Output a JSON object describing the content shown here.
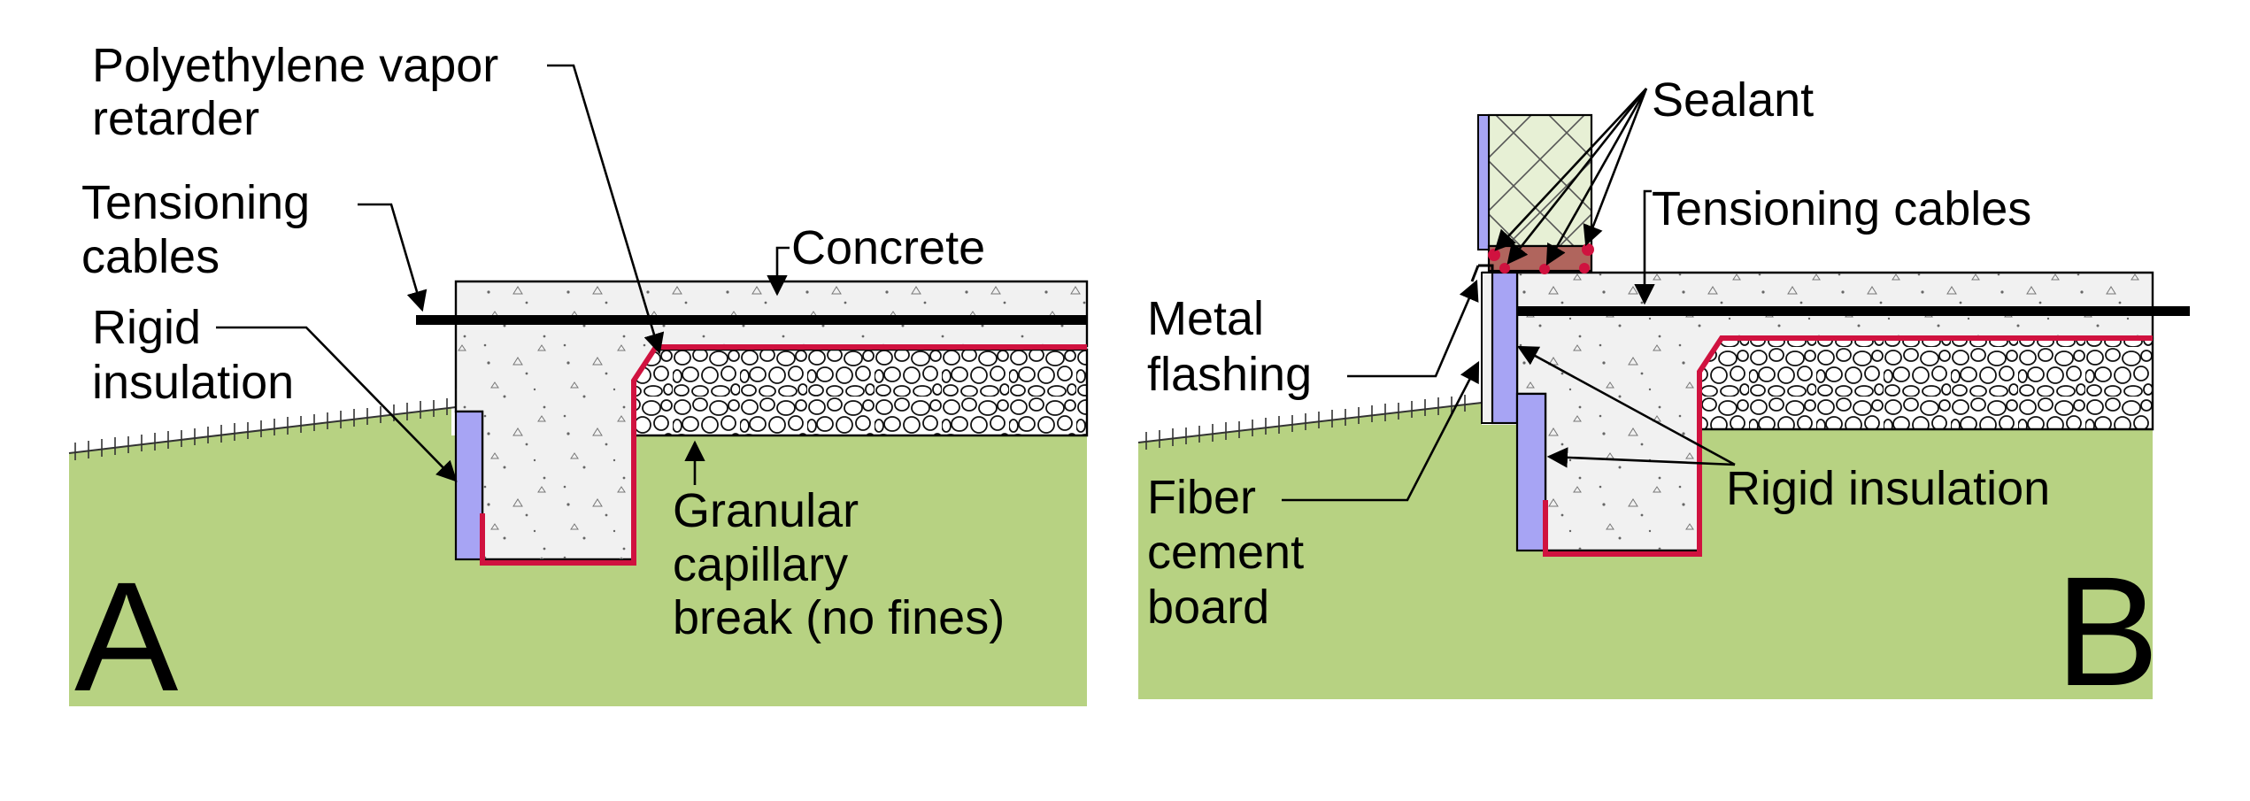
{
  "panel_a": {
    "letter": "A",
    "labels": {
      "vapor_line1": "Polyethylene vapor",
      "vapor_line2": "retarder",
      "tension_line1": "Tensioning",
      "tension_line2": "cables",
      "rigid_line1": "Rigid",
      "rigid_line2": "insulation",
      "concrete": "Concrete",
      "granular_line1": "Granular",
      "granular_line2": "capillary",
      "granular_line3": "break (no fines)"
    }
  },
  "panel_b": {
    "letter": "B",
    "labels": {
      "sealant": "Sealant",
      "tension": "Tensioning cables",
      "metal_line1": "Metal",
      "metal_line2": "flashing",
      "fiber_line1": "Fiber",
      "fiber_line2": "cement",
      "fiber_line3": "board",
      "rigid": "Rigid insulation"
    }
  },
  "colors": {
    "soil": "#b7d282",
    "concrete": "#f1f1f1",
    "insulation": "#a7a4f4",
    "vapor_retarder": "#d0123f",
    "sill_plate": "#b0655d",
    "wall_insulation": "#e7f0d5"
  }
}
